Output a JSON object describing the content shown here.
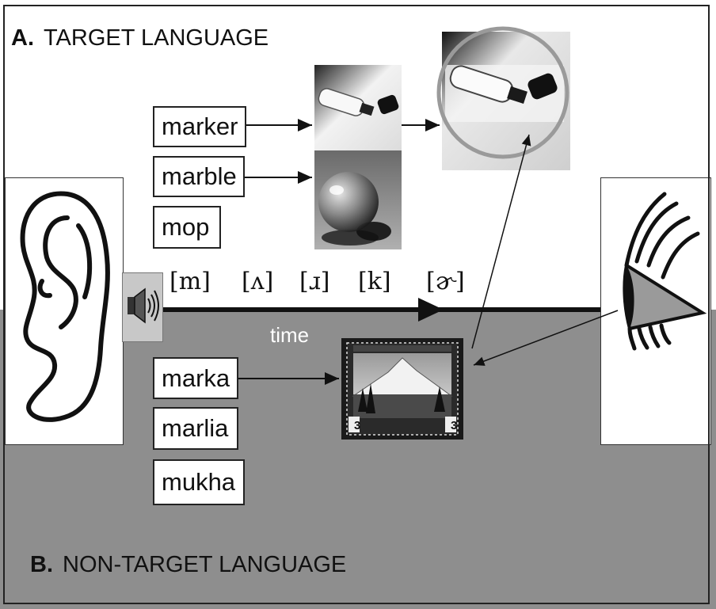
{
  "sections": {
    "target": {
      "key": "A.",
      "label": "TARGET LANGUAGE"
    },
    "nontarget": {
      "key": "B.",
      "label": "NON-TARGET LANGUAGE"
    }
  },
  "target_words": [
    "marker",
    "marble",
    "mop"
  ],
  "nontarget_words": [
    "marka",
    "marlia",
    "mukha"
  ],
  "phonemes": [
    "[m]",
    "[ʌ]",
    "[ɹ]",
    "[k]",
    "[ɚ]"
  ],
  "time_label": "time",
  "stamp": {
    "values": [
      "3",
      "3"
    ]
  },
  "icons": {
    "ear": "ear-icon",
    "eye": "eye-icon",
    "speaker": "speaker-icon",
    "marker_photo": "marker-photo",
    "marble_photo": "marble-photo",
    "stamp": "stamp-picture"
  },
  "colors": {
    "background_top": "#ffffff",
    "background_bottom": "#8e8e8e",
    "highlight_circle": "#9a9a9a"
  }
}
